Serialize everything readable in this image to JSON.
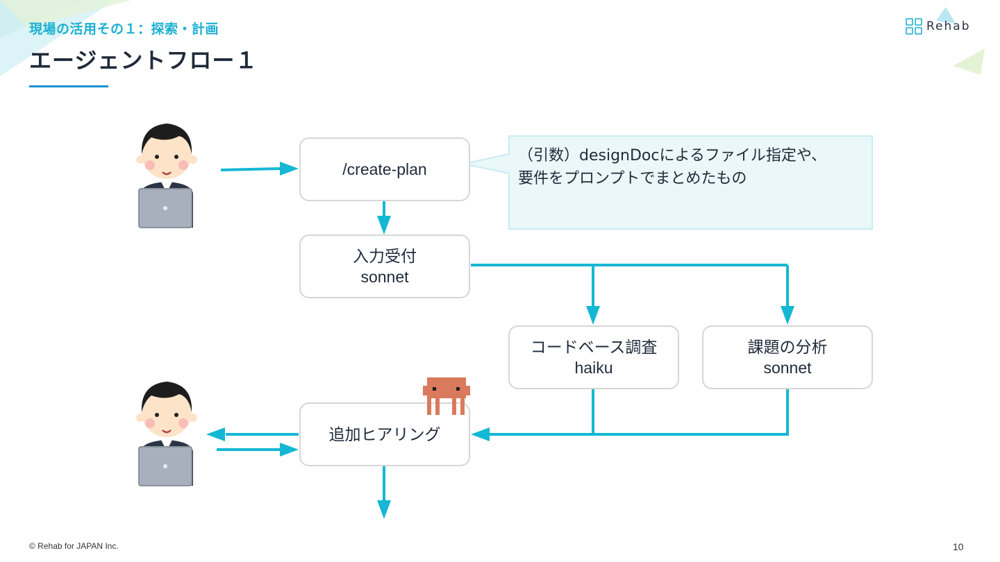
{
  "header": {
    "subtitle": "現場の活用その１：探索・計画",
    "title": "エージェントフロー１"
  },
  "logo": {
    "text": "Rehab"
  },
  "nodes": {
    "create_plan": "/create-plan",
    "intake": {
      "line1": "入力受付",
      "line2": "sonnet"
    },
    "code_survey": {
      "line1": "コードベース調査",
      "line2": "haiku"
    },
    "issue_analysis": {
      "line1": "課題の分析",
      "line2": "sonnet"
    },
    "hearing": "追加ヒアリング"
  },
  "callout": {
    "line1": "（引数）designDocによるファイル指定や、",
    "line2": "要件をプロンプトでまとめたもの"
  },
  "footer": {
    "copyright": "© Rehab for JAPAN Inc.",
    "page_number": "10"
  },
  "colors": {
    "accent": "#1ab0d2",
    "arrow": "#14b8d4",
    "title": "#1f2a3a",
    "callout_bg": "#eaf8f9",
    "callout_border": "#c9eaf2"
  },
  "icons": [
    "user-with-laptop-icon",
    "pixel-octopus-icon"
  ]
}
